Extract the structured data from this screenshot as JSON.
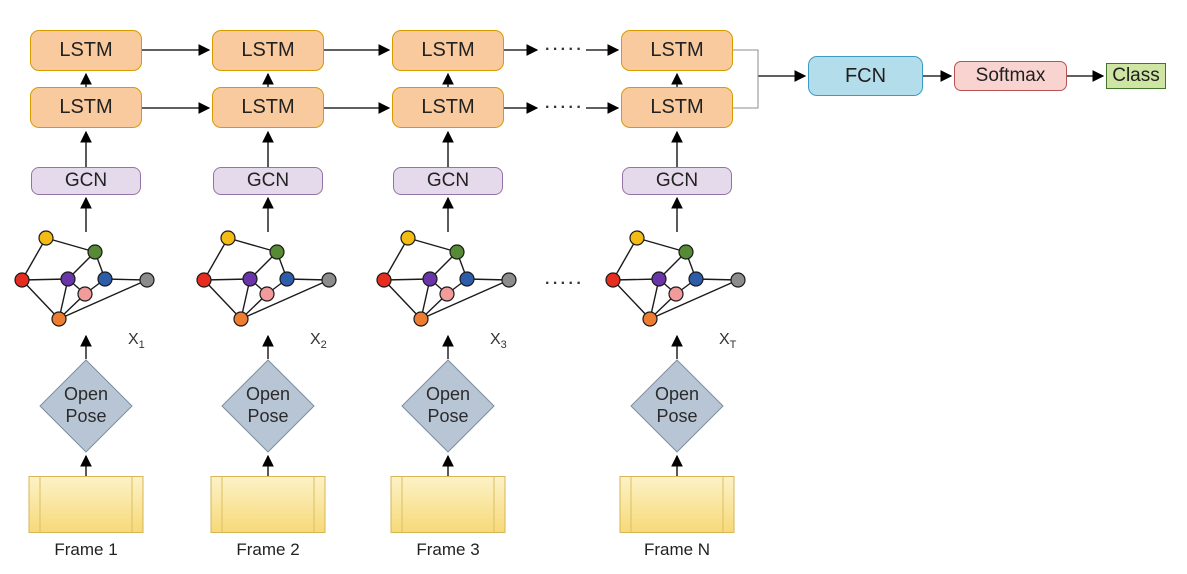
{
  "diagram_title": "skeleton-action-recognition-architecture",
  "columns": [
    {
      "lstm_top": "LSTM",
      "lstm_bottom": "LSTM",
      "gcn_label": "GCN",
      "x_base": "X",
      "x_sub": "1",
      "pose_line1": "Open",
      "pose_line2": "Pose",
      "frame_label": "Frame 1"
    },
    {
      "lstm_top": "LSTM",
      "lstm_bottom": "LSTM",
      "gcn_label": "GCN",
      "x_base": "X",
      "x_sub": "2",
      "pose_line1": "Open",
      "pose_line2": "Pose",
      "frame_label": "Frame 2"
    },
    {
      "lstm_top": "LSTM",
      "lstm_bottom": "LSTM",
      "gcn_label": "GCN",
      "x_base": "X",
      "x_sub": "3",
      "pose_line1": "Open",
      "pose_line2": "Pose",
      "frame_label": "Frame 3"
    },
    {
      "lstm_top": "LSTM",
      "lstm_bottom": "LSTM",
      "gcn_label": "GCN",
      "x_base": "X",
      "x_sub": "T",
      "pose_line1": "Open",
      "pose_line2": "Pose",
      "frame_label": "Frame N"
    }
  ],
  "output_chain": {
    "fcn_label": "FCN",
    "softmax_label": "Softmax",
    "class_label": "Class"
  },
  "ellipsis": "·····",
  "skeleton_graph": {
    "node_colors": {
      "yellow": "#F3BC15",
      "green": "#568A34",
      "red": "#E62D1F",
      "purple": "#6A35A8",
      "blue": "#2D5CA8",
      "pink": "#F29B9B",
      "gray": "#8C8C8C",
      "orange": "#ED7D31"
    },
    "nodes": [
      "yellow",
      "green",
      "red",
      "purple",
      "blue",
      "pink",
      "gray",
      "orange"
    ],
    "edges": [
      [
        "yellow",
        "green"
      ],
      [
        "yellow",
        "red"
      ],
      [
        "red",
        "purple"
      ],
      [
        "red",
        "orange"
      ],
      [
        "purple",
        "green"
      ],
      [
        "purple",
        "orange"
      ],
      [
        "purple",
        "pink"
      ],
      [
        "pink",
        "blue"
      ],
      [
        "pink",
        "orange"
      ],
      [
        "blue",
        "green"
      ],
      [
        "blue",
        "gray"
      ],
      [
        "gray",
        "orange"
      ]
    ]
  },
  "palette": {
    "lstm_fill": "#F8CA9E",
    "lstm_border": "#D79B00",
    "gcn_fill": "#E5DAEC",
    "gcn_border": "#9673A6",
    "fcn_fill": "#B4DDEC",
    "fcn_border": "#3C9BC4",
    "softmax_fill": "#F8D3D0",
    "softmax_border": "#B85450",
    "class_fill": "#CEE5A3",
    "class_border": "#41752B",
    "pose_fill": "#B7C5D4",
    "pose_border": "#7E8F9F",
    "frame_fill_top": "#FCF2C7",
    "frame_fill_bottom": "#F7D978",
    "frame_border": "#D6B656",
    "arrow": "#000000",
    "bracket": "#8C8C8C"
  }
}
